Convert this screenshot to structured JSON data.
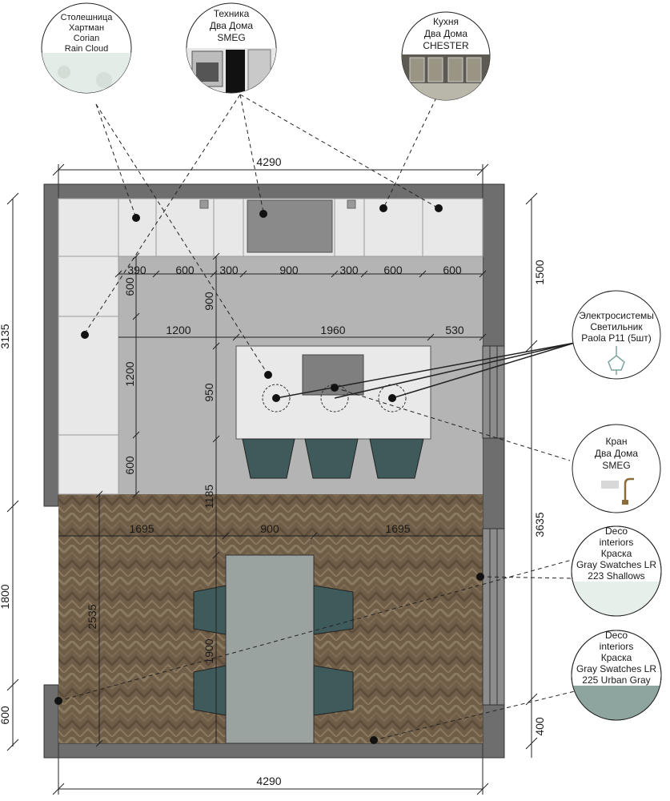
{
  "dimensions": {
    "top_total": "4290",
    "bottom_total": "4290",
    "left_kitchen": "3135",
    "left_dining": "1800",
    "left_bottom": "600",
    "right_top": "1500",
    "right_main": "3635",
    "right_bottom": "400",
    "cabinet_widths": [
      "390",
      "600",
      "300",
      "900",
      "300",
      "600",
      "600"
    ],
    "left_run_600_top": "600",
    "left_run_1200": "1200",
    "left_run_600_bottom": "600",
    "aisle_900": "900",
    "island_offset_left": "1200",
    "island_length": "1960",
    "island_offset_right": "530",
    "island_depth": "950",
    "island_to_floor": "1185",
    "dining_left": "1695",
    "table_width": "900",
    "dining_right": "1695",
    "dining_depth": "2535",
    "table_length": "1900"
  },
  "callouts": {
    "countertop": {
      "lines": [
        "Столешница",
        "Хартман",
        "Corian",
        "Rain Cloud"
      ]
    },
    "appliances": {
      "lines": [
        "Техника",
        "Два Дома",
        "SMEG"
      ]
    },
    "kitchen": {
      "lines": [
        "Кухня",
        "Два Дома",
        "CHESTER"
      ]
    },
    "lighting": {
      "lines": [
        "Электросистемы",
        "Светильник",
        "Paola P11 (5шт)"
      ]
    },
    "faucet": {
      "lines": [
        "Кран",
        "Два Дома",
        "SMEG"
      ]
    },
    "paint1": {
      "lines": [
        "Deco",
        "interiors",
        "Краска",
        "Gray Swatches LR",
        "223 Shallows"
      ]
    },
    "paint2": {
      "lines": [
        "Deco",
        "interiors",
        "Краска",
        "Gray Swatches LR",
        "225 Urban Gray"
      ]
    }
  },
  "colors": {
    "wall": "#6e6e6e",
    "floor_kitchen": "#b4b4b4",
    "cabinet": "#e8e8e8",
    "island": "#e9e9e9",
    "sink": "#7f7f7f",
    "hob": "#8a8a8a",
    "stool": "#3f5a5a",
    "table": "#9aa3a0",
    "parquet": "#6f5d47",
    "swatch_shallows": "#e6efe9",
    "swatch_urban_gray": "#8ea59f"
  }
}
